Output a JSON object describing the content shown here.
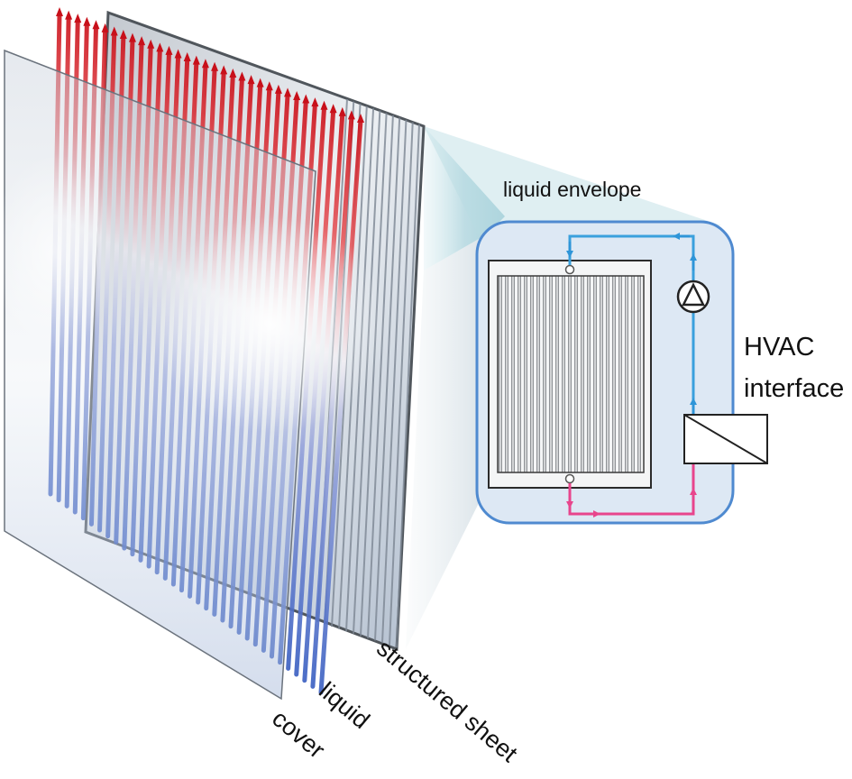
{
  "labels": {
    "liquid_envelope": "liquid envelope",
    "hvac_line1": "HVAC",
    "hvac_line2": "interface",
    "liquid": "liquid",
    "cover": "cover",
    "structured_sheet": "structured sheet"
  },
  "icons": {
    "pump": "pump-icon",
    "heat_exchanger": "heat-exchanger-icon"
  },
  "colors": {
    "warm_flow": "#d5141c",
    "cold_flow": "#3f6fc9",
    "supply_line": "#3aa0dd",
    "return_line": "#e8458c",
    "envelope_border": "#4f8ad0",
    "envelope_fill": "#dde8f4",
    "zoom_cone": "#9ccbd6"
  }
}
